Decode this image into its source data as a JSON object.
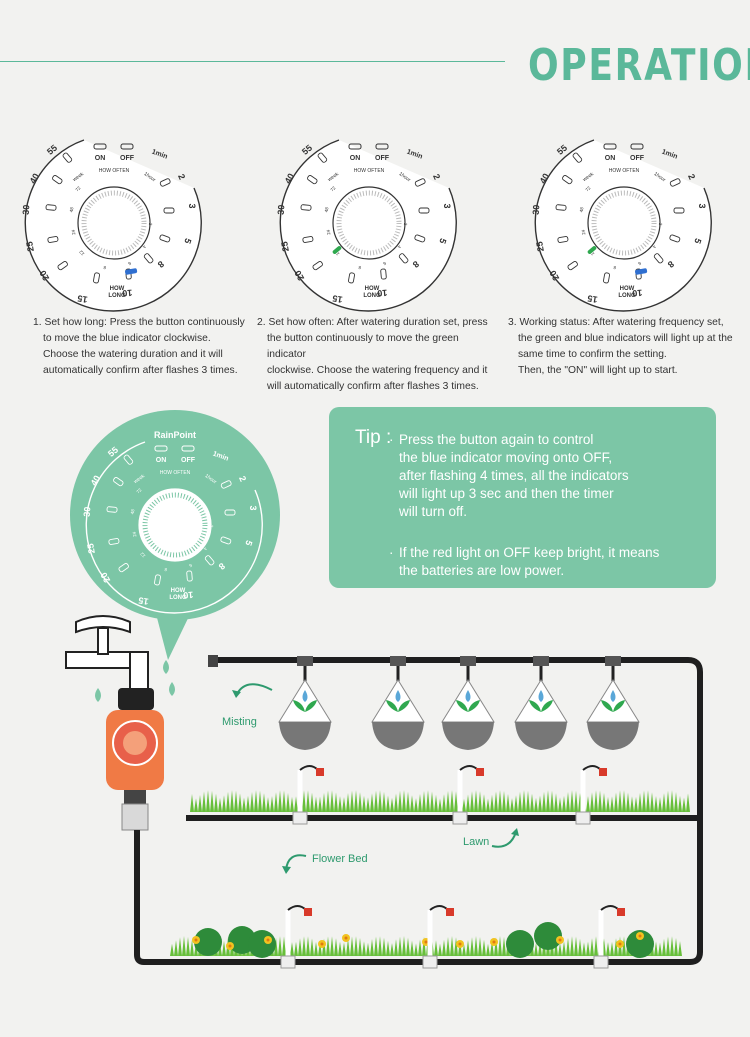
{
  "header": {
    "title": "OPERATION"
  },
  "dials": [
    {
      "indicator": "blue"
    },
    {
      "indicator": "green"
    },
    {
      "indicator": "both"
    }
  ],
  "dial_labels": {
    "on": "ON",
    "off": "OFF",
    "how_often": "HOW OFTEN",
    "how_long_1": "HOW",
    "how_long_2": "LONG",
    "week": "week",
    "hour": "1hour",
    "min": "1min",
    "ring_numbers": [
      "55",
      "40",
      "30",
      "25",
      "20",
      "15",
      "10",
      "8",
      "5",
      "3",
      "2"
    ],
    "freq_numbers": [
      "72",
      "48",
      "24",
      "12",
      "8",
      "6",
      "4",
      "2"
    ]
  },
  "steps": [
    {
      "line1": "1. Set how long:  Press the button continuously",
      "rest": [
        "to move the blue indicator clockwise.",
        "Choose the watering duration and it will",
        "automatically confirm after flashes 3 times."
      ]
    },
    {
      "line1": "2. Set how often:  After watering duration set, press",
      "rest": [
        "the button continuously to move the green indicator",
        "clockwise. Choose the watering frequency and it",
        "will automatically confirm after flashes 3 times."
      ]
    },
    {
      "line1": "3. Working status:  After watering frequency set,",
      "rest": [
        "the green and blue indicators will light up at the",
        "same time to confirm the setting.",
        "Then, the \"ON\" will light up to start."
      ]
    }
  ],
  "tip": {
    "label": "Tip :",
    "p1": [
      "Press the button again to control",
      "the blue indicator moving onto OFF,",
      "after flashing 4 times, all the indicators",
      "will light up 3 sec and then the timer",
      "will turn off."
    ],
    "p2": [
      "If the red light on OFF keep bright, it means",
      "the batteries are low power."
    ]
  },
  "brand": "RainPoint",
  "scene": {
    "misting": "Misting",
    "lawn": "Lawn",
    "flower_bed": "Flower Bed"
  },
  "colors": {
    "accent": "#5bb89a",
    "tip_bg": "#7cc6a6",
    "blue": "#2f6fd0",
    "green": "#2fa84f",
    "pipe": "#1f1f1f",
    "timer": "#f07a45"
  }
}
